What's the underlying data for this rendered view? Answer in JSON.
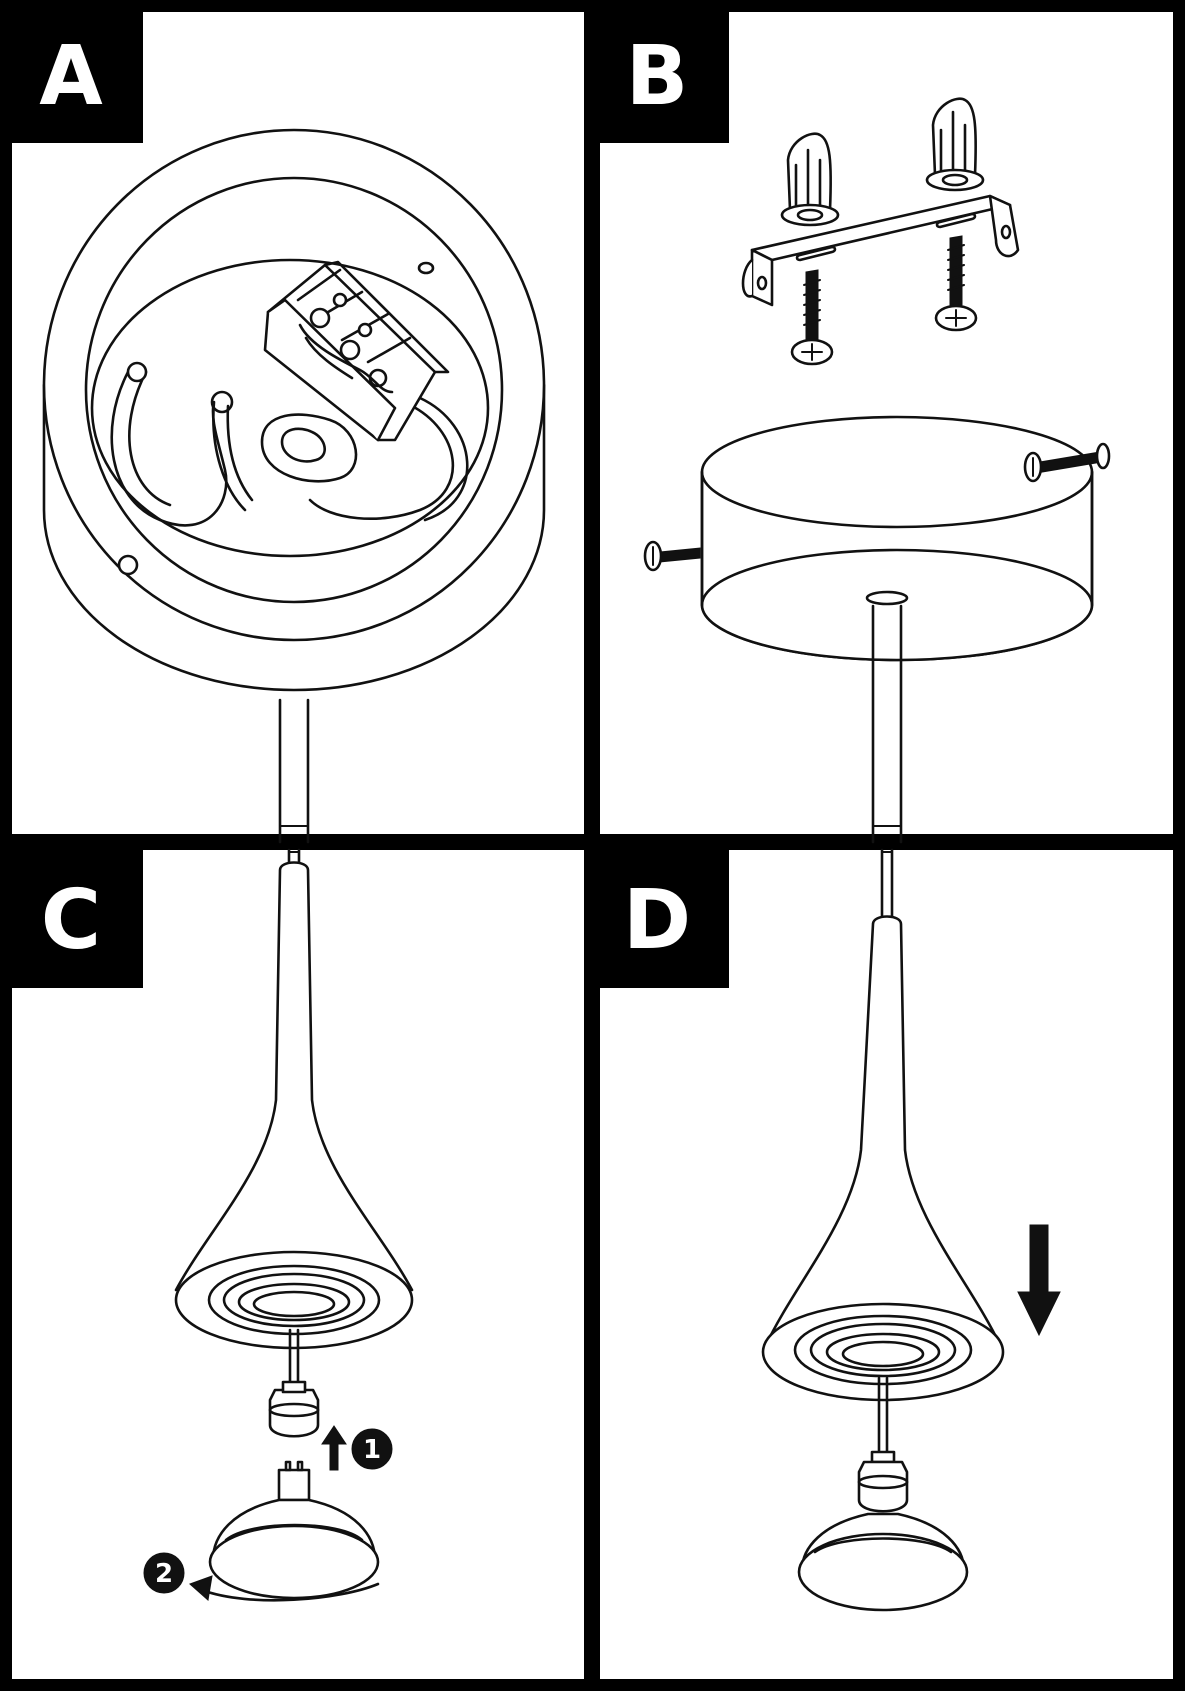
{
  "panels": [
    {
      "id": "A",
      "label": "A"
    },
    {
      "id": "B",
      "label": "B"
    },
    {
      "id": "C",
      "label": "C"
    },
    {
      "id": "D",
      "label": "D"
    }
  ],
  "steps": [
    {
      "number": "1",
      "icon": "up-arrow-icon"
    },
    {
      "number": "2",
      "icon": "curved-arrow-icon"
    }
  ],
  "colors": {
    "line": "#111111",
    "background": "#ffffff",
    "label_box": "#000000"
  }
}
